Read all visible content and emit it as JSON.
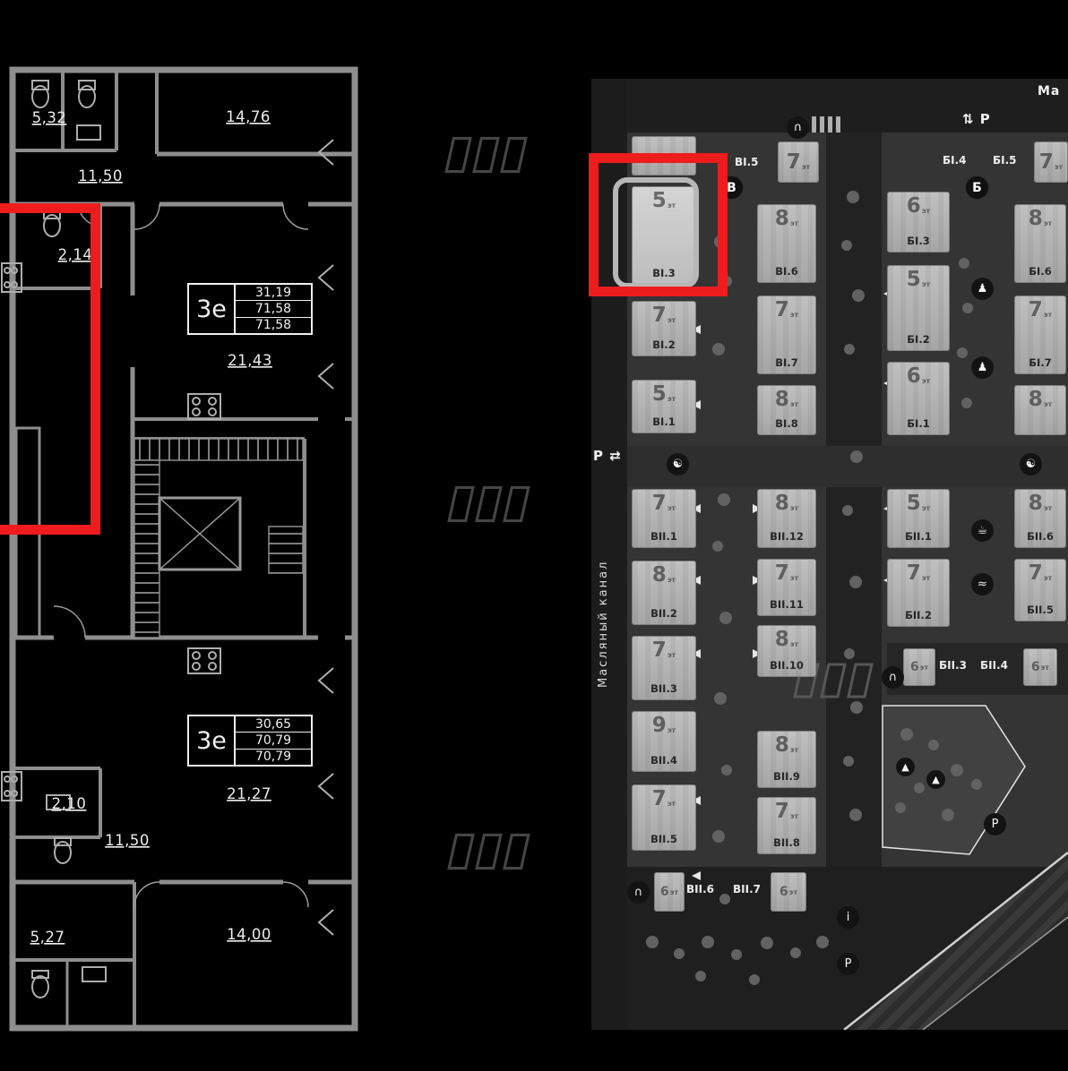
{
  "page": {
    "background": "#000000",
    "highlight_color": "#ee1c1c"
  },
  "floor_plan": {
    "measurements": {
      "wc_top_left": "5,32",
      "room_top": "14,76",
      "hall_top": "11,50",
      "wc_upper": "2,14",
      "room_upper": "21,43",
      "room_lower": "21,27",
      "wc_lower": "2,10",
      "hall_bottom": "11,50",
      "wc_bottom_left": "5,27",
      "room_bottom": "14,00"
    },
    "units": [
      {
        "type": "3е",
        "area_living": "31,19",
        "area_total": "71,58",
        "area_total_2": "71,58"
      },
      {
        "type": "3е",
        "area_living": "30,65",
        "area_total": "70,79",
        "area_total_2": "70,79"
      }
    ]
  },
  "site_map": {
    "street_left": "Масляный канал",
    "street_top": "Ма",
    "parking_top": "⇅ P",
    "parking_left": "P ⇄",
    "floors_suffix": "эт",
    "badges": [
      {
        "label": "В"
      },
      {
        "label": "Б"
      }
    ],
    "labels_top": [
      "ВI.5",
      "БI.4",
      "БI.5"
    ],
    "labels_bottom": [
      "ВII.6",
      "ВII.7",
      "БII.3",
      "БII.4"
    ],
    "top_blocks": [
      {
        "floors": "7"
      },
      {
        "floors": "7"
      }
    ],
    "small_blocks": [
      {
        "floors": "6"
      },
      {
        "floors": "6"
      },
      {
        "floors": "6"
      },
      {
        "floors": "6"
      }
    ],
    "buildings": [
      {
        "label": "ВI.3",
        "floors": "5"
      },
      {
        "label": "ВI.2",
        "floors": "7"
      },
      {
        "label": "ВI.1",
        "floors": "5"
      },
      {
        "label": "ВII.1",
        "floors": "7"
      },
      {
        "label": "ВII.2",
        "floors": "8"
      },
      {
        "label": "ВII.3",
        "floors": "7"
      },
      {
        "label": "ВII.4",
        "floors": "9"
      },
      {
        "label": "ВII.5",
        "floors": "7"
      },
      {
        "label": "ВI.6",
        "floors": "8"
      },
      {
        "label": "ВI.7",
        "floors": "7"
      },
      {
        "label": "ВI.8",
        "floors": "8"
      },
      {
        "label": "ВII.12",
        "floors": "8"
      },
      {
        "label": "ВII.11",
        "floors": "7"
      },
      {
        "label": "ВII.10",
        "floors": "8"
      },
      {
        "label": "ВII.9",
        "floors": "8"
      },
      {
        "label": "ВII.8",
        "floors": "7"
      },
      {
        "label": "БI.3",
        "floors": "6"
      },
      {
        "label": "БI.2",
        "floors": "5"
      },
      {
        "label": "БI.1",
        "floors": "6"
      },
      {
        "label": "БII.1",
        "floors": "5"
      },
      {
        "label": "БII.2",
        "floors": "7"
      },
      {
        "label": "БI.6",
        "floors": "8"
      },
      {
        "label": "БI.7",
        "floors": "7"
      },
      {
        "label": "",
        "floors": "8"
      },
      {
        "label": "БII.6",
        "floors": "8"
      },
      {
        "label": "БII.5",
        "floors": "7"
      }
    ],
    "icons": {
      "parking": "P",
      "info": "i",
      "entrance": "∩",
      "yoga": "☯",
      "cafe": "☕",
      "spa": "≈",
      "person": "♟",
      "playground": "▲"
    }
  }
}
